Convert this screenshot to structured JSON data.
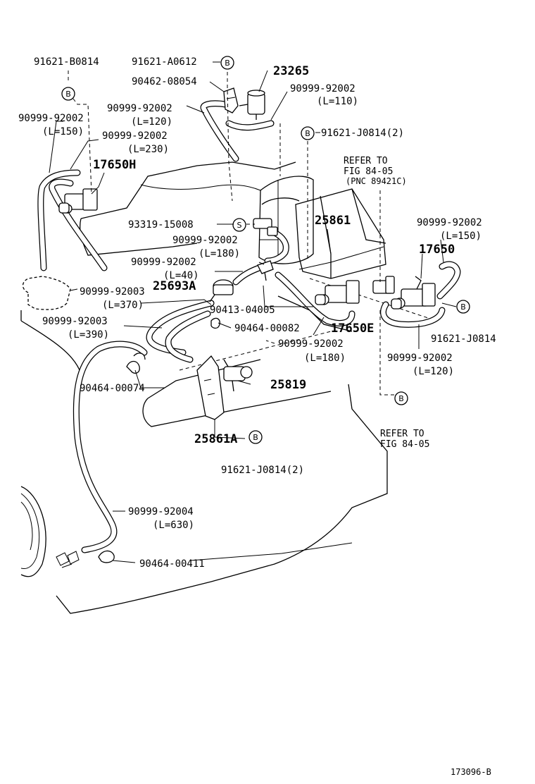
{
  "diagram_code": "173096-B",
  "labels": {
    "p91621_B0814": "91621-B0814",
    "p91621_A0612": "91621-A0612",
    "p90462_08054": "90462-08054",
    "p23265": "23265",
    "p90999_92002_a": "90999-92002",
    "p90999_92002_a_len": "(L=110)",
    "p90999_92002_b": "90999-92002",
    "p90999_92002_b_len": "(L=120)",
    "p90999_92002_c": "90999-92002",
    "p90999_92002_c_len": "(L=150)",
    "p90999_92002_d": "90999-92002",
    "p90999_92002_d_len": "(L=230)",
    "p91621_J0814_2_top": "91621-J0814(2)",
    "p17650H": "17650H",
    "refer_top_1": "REFER TO",
    "refer_top_2": "FIG 84-05",
    "refer_top_3": "(PNC 89421C)",
    "p93319_15008": "93319-15008",
    "p25861": "25861",
    "p90999_92002_e": "90999-92002",
    "p90999_92002_e_len": "(L=150)",
    "p90999_92002_f": "90999-92002",
    "p90999_92002_f_len": "(L=180)",
    "p17650": "17650",
    "p90999_92002_g": "90999-92002",
    "p90999_92002_g_len": "(L=40)",
    "p25693A": "25693A",
    "p90999_92003_a": "90999-92003",
    "p90999_92003_a_len": "(L=370)",
    "p90413_04005": "90413-04005",
    "p91621_J0814": "91621-J0814",
    "p90999_92003_b": "90999-92003",
    "p90999_92003_b_len": "(L=390)",
    "p90464_00082": "90464-00082",
    "p17650E": "17650E",
    "p90999_92002_h": "90999-92002",
    "p90999_92002_h_len": "(L=180)",
    "p90999_92002_i": "90999-92002",
    "p90999_92002_i_len": "(L=120)",
    "p90464_00074": "90464-00074",
    "p25819": "25819",
    "refer_bot_1": "REFER TO",
    "refer_bot_2": "FIG 84-05",
    "p25861A": "25861A",
    "p91621_J0814_2_bot": "91621-J0814(2)",
    "p90999_92004": "90999-92004",
    "p90999_92004_len": "(L=630)",
    "p90464_00411": "90464-00411"
  },
  "markers": {
    "b": "B",
    "s": "S"
  }
}
